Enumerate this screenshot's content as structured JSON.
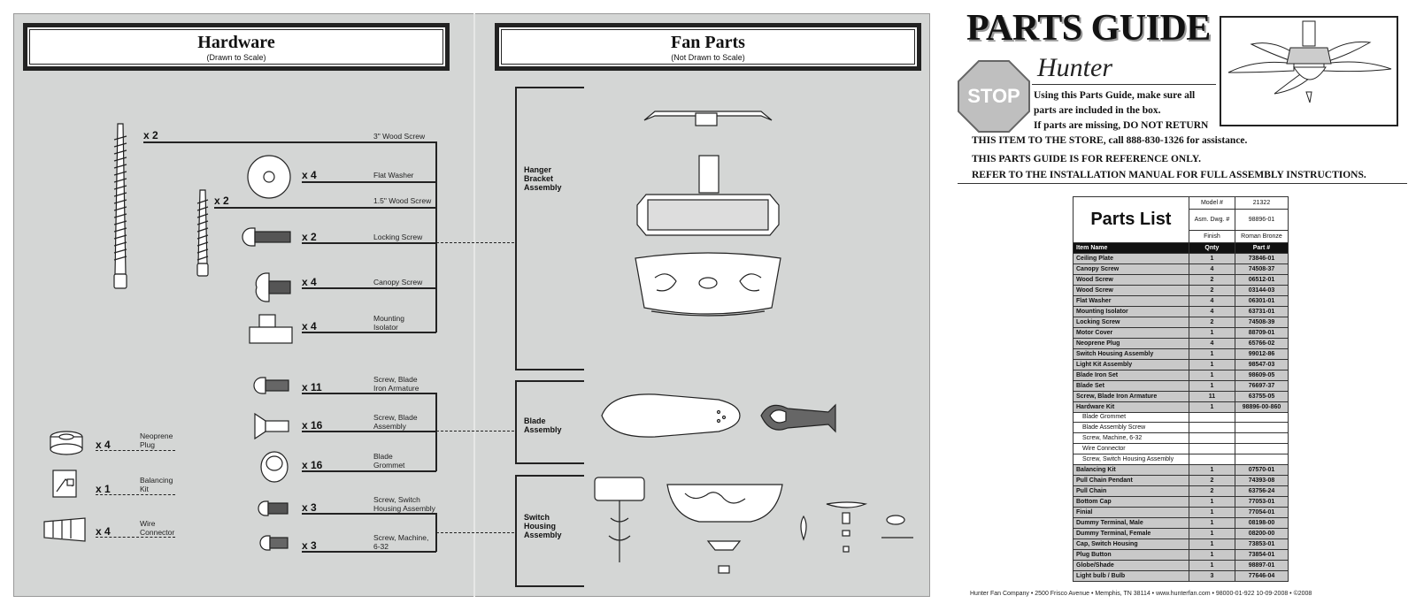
{
  "hardware": {
    "title": "Hardware",
    "subtitle": "(Drawn to Scale)",
    "items": [
      {
        "label": "3\" Wood Screw",
        "qty": "x 2"
      },
      {
        "label": "Flat Washer",
        "qty": "x 4"
      },
      {
        "label": "1.5\" Wood Screw",
        "qty": "x 2"
      },
      {
        "label": "Locking Screw",
        "qty": "x 2"
      },
      {
        "label": "Canopy Screw",
        "qty": "x 4"
      },
      {
        "label": "Mounting Isolator",
        "qty": "x 4"
      },
      {
        "label": "Screw, Blade Iron Armature",
        "qty": "x 11"
      },
      {
        "label": "Screw, Blade Assembly",
        "qty": "x 16"
      },
      {
        "label": "Blade Grommet",
        "qty": "x 16"
      },
      {
        "label": "Screw, Switch Housing Assembly",
        "qty": "x 3"
      },
      {
        "label": "Screw, Machine, 6-32",
        "qty": "x 3"
      },
      {
        "label": "Neoprene Plug",
        "qty": "x 4"
      },
      {
        "label": "Balancing Kit",
        "qty": "x 1"
      },
      {
        "label": "Wire Connector",
        "qty": "x 4"
      }
    ]
  },
  "fan_parts": {
    "title": "Fan Parts",
    "subtitle": "(Not Drawn to Scale)",
    "groups": [
      "Hanger Bracket Assembly",
      "Blade Assembly",
      "Switch Housing Assembly"
    ]
  },
  "guide": {
    "title": "PARTS GUIDE",
    "brand": "Hunter",
    "stop_label": "STOP",
    "stop_lines": [
      "Using this Parts Guide, make sure all",
      "parts are included in the box.",
      "If parts are missing, DO NOT RETURN"
    ],
    "warn_lines": [
      "THIS ITEM TO THE STORE, call 888-830-1326 for assistance.",
      "THIS PARTS GUIDE IS FOR REFERENCE ONLY.",
      "REFER TO THE INSTALLATION MANUAL FOR FULL ASSEMBLY INSTRUCTIONS."
    ]
  },
  "parts_list": {
    "title": "Parts List",
    "model_label": "Model #",
    "model_value": "21322",
    "asm_label": "Asm. Dwg. #",
    "asm_value": "98896-01",
    "finish_label": "Finish",
    "finish_value": "Roman Bronze",
    "columns": [
      "Item Name",
      "Qnty",
      "Part #"
    ],
    "rows": [
      {
        "name": "Ceiling Plate",
        "qty": "1",
        "part": "73846-01"
      },
      {
        "name": "Canopy Screw",
        "qty": "4",
        "part": "74508-37"
      },
      {
        "name": "Wood Screw",
        "qty": "2",
        "part": "06512-01"
      },
      {
        "name": "Wood Screw",
        "qty": "2",
        "part": "03144-03"
      },
      {
        "name": "Flat Washer",
        "qty": "4",
        "part": "06301-01"
      },
      {
        "name": "Mounting Isolator",
        "qty": "4",
        "part": "63731-01"
      },
      {
        "name": "Locking Screw",
        "qty": "2",
        "part": "74508-39"
      },
      {
        "name": "Motor Cover",
        "qty": "1",
        "part": "88709-01"
      },
      {
        "name": "Neoprene Plug",
        "qty": "4",
        "part": "65766-02"
      },
      {
        "name": "Switch Housing Assembly",
        "qty": "1",
        "part": "99012-86"
      },
      {
        "name": "Light Kit Assembly",
        "qty": "1",
        "part": "98547-03"
      },
      {
        "name": "Blade Iron Set",
        "qty": "1",
        "part": "98609-05"
      },
      {
        "name": "Blade Set",
        "qty": "1",
        "part": "76697-37"
      },
      {
        "name": "Screw, Blade Iron Armature",
        "qty": "11",
        "part": "63755-05"
      },
      {
        "name": "Hardware Kit",
        "qty": "1",
        "part": "98896-00-860"
      },
      {
        "name": "Blade Grommet",
        "qty": "",
        "part": "",
        "sub": true
      },
      {
        "name": "Blade Assembly Screw",
        "qty": "",
        "part": "",
        "sub": true
      },
      {
        "name": "Screw, Machine, 6-32",
        "qty": "",
        "part": "",
        "sub": true
      },
      {
        "name": "Wire Connector",
        "qty": "",
        "part": "",
        "sub": true
      },
      {
        "name": "Screw, Switch Housing Assembly",
        "qty": "",
        "part": "",
        "sub": true
      },
      {
        "name": "Balancing Kit",
        "qty": "1",
        "part": "07570-01"
      },
      {
        "name": "Pull Chain Pendant",
        "qty": "2",
        "part": "74393-08"
      },
      {
        "name": "Pull Chain",
        "qty": "2",
        "part": "63756-24"
      },
      {
        "name": "Bottom Cap",
        "qty": "1",
        "part": "77053-01"
      },
      {
        "name": "Finial",
        "qty": "1",
        "part": "77054-01"
      },
      {
        "name": "Dummy Terminal, Male",
        "qty": "1",
        "part": "08198-00"
      },
      {
        "name": "Dummy Terminal, Female",
        "qty": "1",
        "part": "08200-00"
      },
      {
        "name": "Cap, Switch Housing",
        "qty": "1",
        "part": "73853-01"
      },
      {
        "name": "Plug Button",
        "qty": "1",
        "part": "73854-01"
      },
      {
        "name": "Globe/Shade",
        "qty": "1",
        "part": "98897-01"
      },
      {
        "name": "Light bulb / Bulb",
        "qty": "3",
        "part": "77646-04"
      }
    ]
  },
  "footer": "Hunter Fan Company  •  2500 Frisco Avenue  •  Memphis, TN 38114  •  www.hunterfan.com  •  98000-01-922  10-09-2008  •  ©2008"
}
